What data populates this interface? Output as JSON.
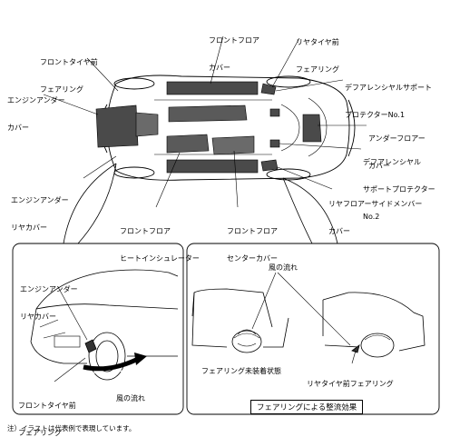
{
  "top_labels": {
    "front_floor_cover": [
      "フロントフロア",
      "カバー"
    ],
    "rear_tire_front_fairing": [
      "リヤタイヤ前",
      "フェアリング"
    ],
    "front_tire_front_fairing": [
      "フロントタイヤ前",
      "フェアリング"
    ],
    "engine_under_cover": [
      "エンジンアンダー",
      "カバー"
    ],
    "diff_support_protector_1": [
      "デフアレンシヤルサポート",
      "プロテクターNo.1"
    ],
    "under_floor_cover": [
      "アンダーフロアー",
      "カバー"
    ],
    "diff_support_protector_2": [
      "デフアレンシヤル",
      "サポートプロテクター",
      "No.2"
    ],
    "engine_under_rear_cover": [
      "エンジンアンダー",
      "リヤカバー"
    ],
    "rear_floor_side_member_cover": [
      "リヤフロアーサイドメンバー",
      "カバー"
    ],
    "front_floor_heat_insulator": [
      "フロントフロア",
      "ヒートインシュレーター"
    ],
    "front_floor_center_cover": [
      "フロントフロア",
      "センターカバー"
    ]
  },
  "left_panel": {
    "engine_under_rear_cover": [
      "エンジンアンダー",
      "リヤカバー"
    ],
    "front_tire_front_fairing": [
      "フロントタイヤ前",
      "フェアリング"
    ],
    "air_flow": "風の流れ"
  },
  "right_panel": {
    "air_flow": "風の流れ",
    "without_fairing": "フェアリング未装着状態",
    "rear_tire_front_fairing": "リヤタイヤ前フェアリング",
    "caption": "フェアリングによる整流効果"
  },
  "note": "注）イラストは代表例で表現しています。"
}
